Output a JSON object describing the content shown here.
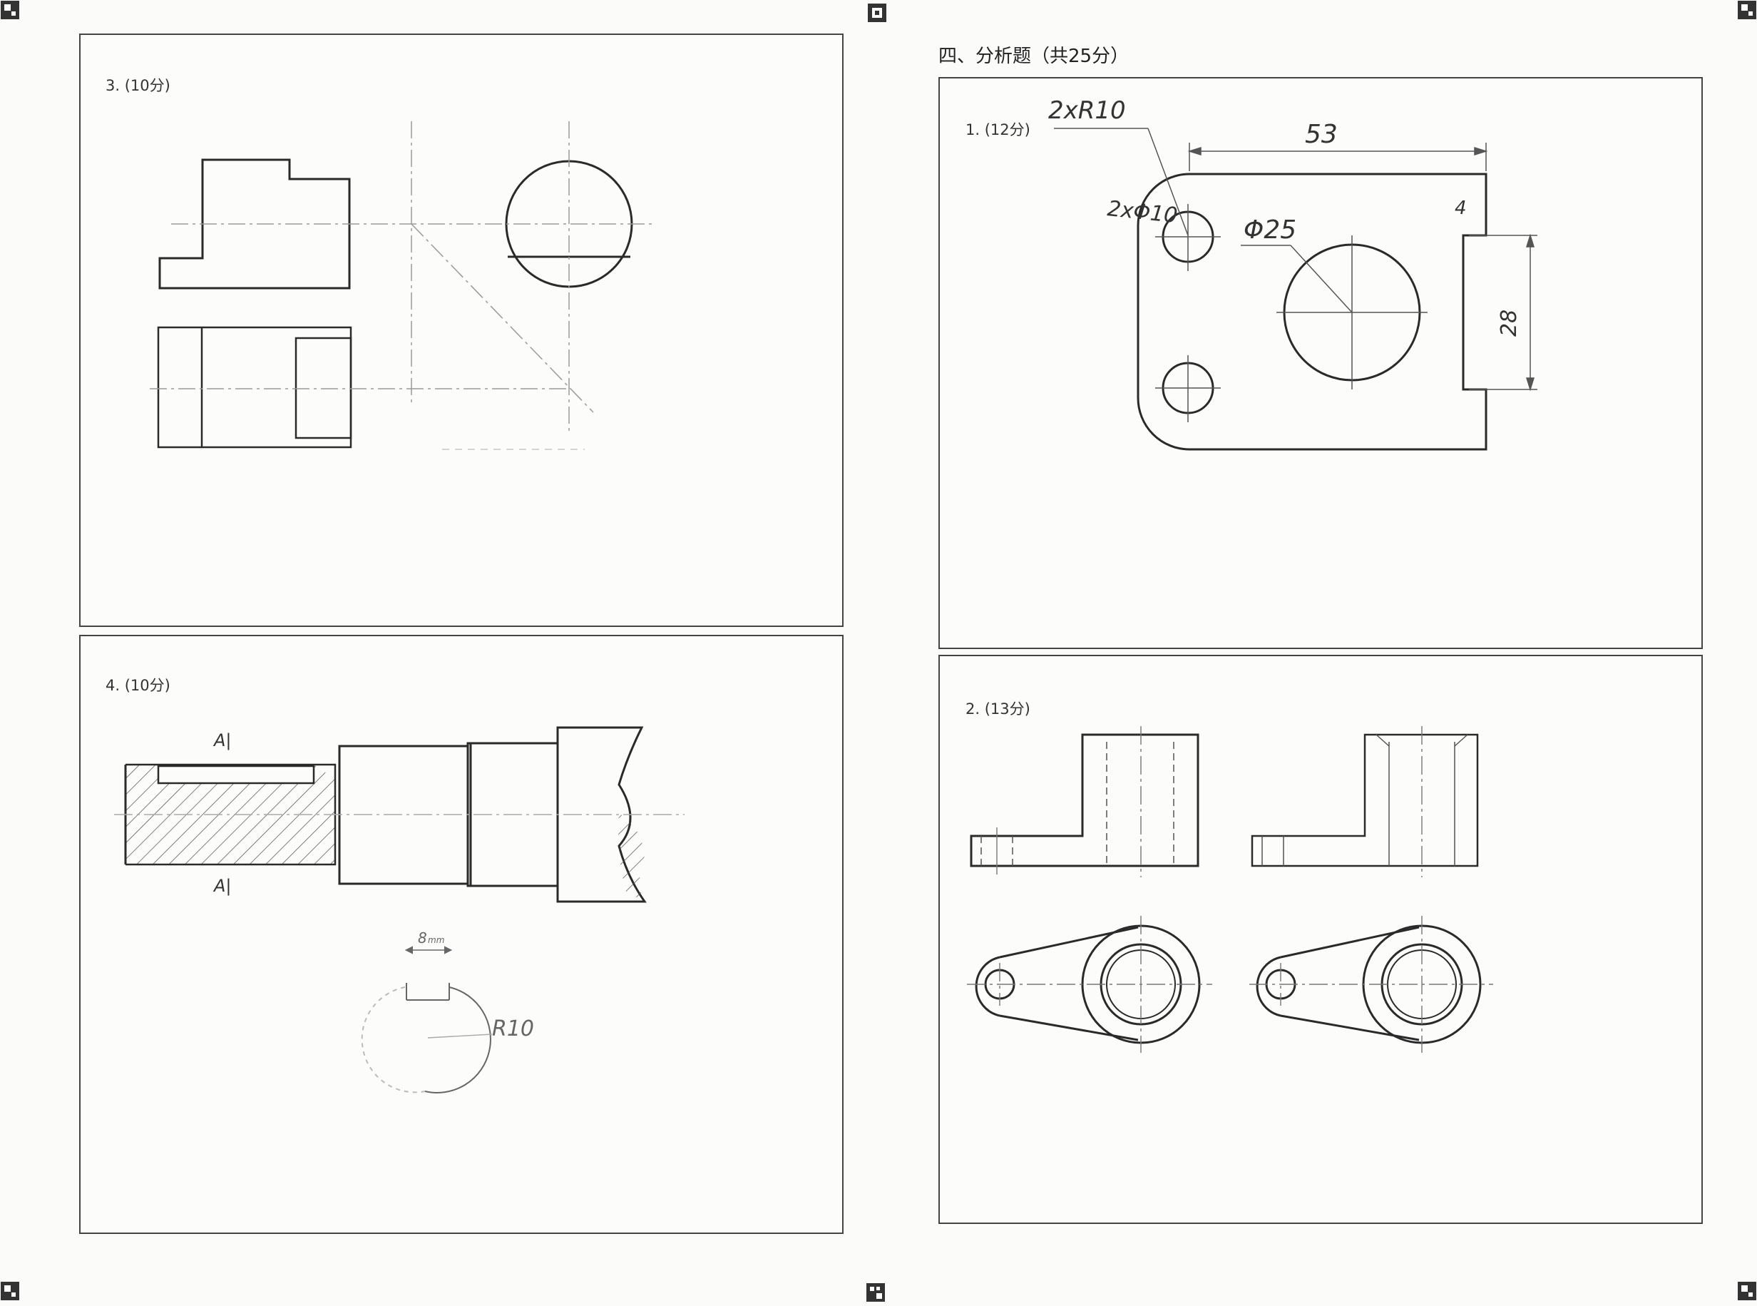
{
  "section": {
    "title": "四、分析题（共25分）"
  },
  "problems": {
    "p3": {
      "label": "3. (10分)"
    },
    "p4": {
      "label": "4. (10分)",
      "section_mark_top": "A|",
      "section_mark_bottom": "A|",
      "key_width": "8",
      "key_width_unit": "mm",
      "radius": "R10"
    },
    "p1": {
      "label": "1. (12分)",
      "dim_fillet": "2xR10",
      "dim_holes": "2xΦ10",
      "dim_bore": "Φ25",
      "dim_length": "53",
      "dim_slot_depth": "4",
      "dim_slot_height": "28"
    },
    "p2": {
      "label": "2. (13分)"
    }
  },
  "colors": {
    "line": "#2a2a2a",
    "thin": "#777777",
    "hatch": "#555555"
  }
}
